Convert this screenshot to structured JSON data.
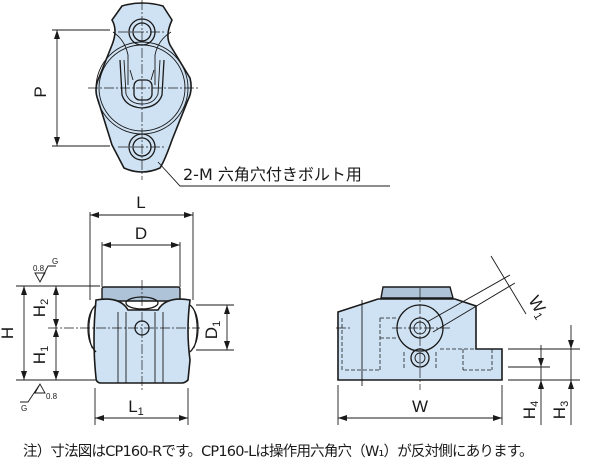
{
  "labels": {
    "P": "P",
    "bolt_callout": "2-M 六角穴付きボルト用",
    "L": "L",
    "D": "D",
    "H": "H",
    "H1": "H",
    "H1_sub": "1",
    "H2": "H",
    "H2_sub": "2",
    "D1": "D",
    "D1_sub": "1",
    "L1": "L",
    "L1_sub": "1",
    "W": "W",
    "W1": "W",
    "W1_sub": "1",
    "H3": "H",
    "H3_sub": "3",
    "H4": "H",
    "H4_sub": "4",
    "roughness_value": "0.8",
    "roughness_grade": "G"
  },
  "note": "注）寸法図はCP160-Rです。CP160-Lは操作用六角穴（W₁）が反対側にあります。",
  "colors": {
    "body_fill": "#cfe2f4",
    "cap_fill": "#aec3d8",
    "line": "#1a1a1a"
  }
}
